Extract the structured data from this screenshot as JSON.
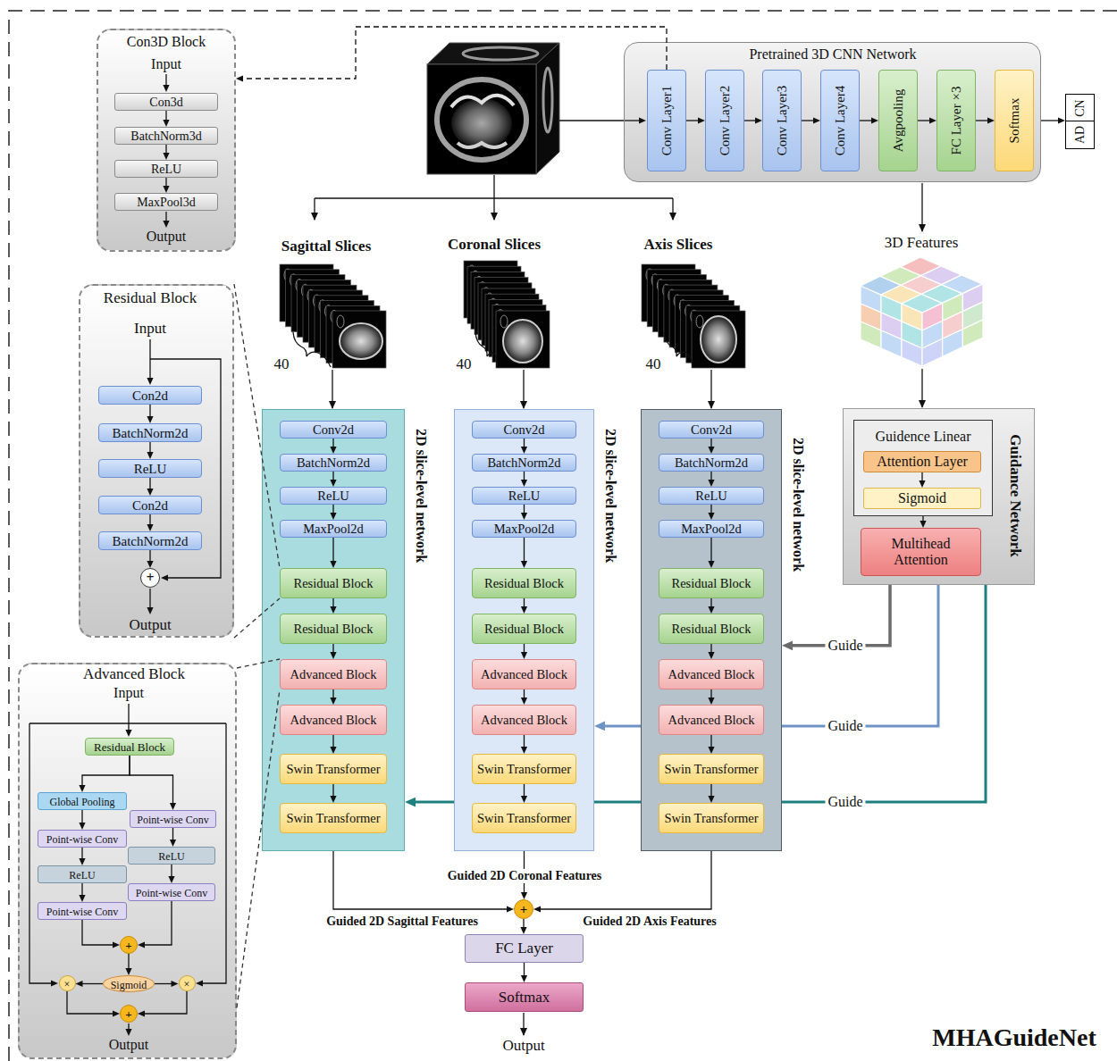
{
  "diagram": {
    "title": "MHAGuideNet",
    "nodes": [
      {
        "text": [
          "Con3D Block",
          "Input",
          "Output"
        ]
      },
      {
        "text": [
          "Con3d"
        ],
        "in": 0
      },
      {
        "text": [
          "BatchNorm3d"
        ],
        "in": 0
      },
      {
        "text": [
          "ReLU"
        ],
        "in": 0
      },
      {
        "text": [
          "MaxPool3d"
        ],
        "in": 0
      },
      {
        "text": [
          "Residual Block",
          "Input",
          "Output"
        ]
      },
      {
        "text": [
          "Con2d"
        ],
        "in": 5
      },
      {
        "text": [
          "BatchNorm2d"
        ],
        "in": 5
      },
      {
        "text": [
          "ReLU"
        ],
        "in": 5
      },
      {
        "text": [
          "Con2d"
        ],
        "in": 5
      },
      {
        "text": [
          "BatchNorm2d"
        ],
        "in": 5
      },
      {
        "text": [
          "+"
        ],
        "in": 5
      },
      {
        "text": [
          "Advanced Block",
          "Input",
          "Output"
        ]
      },
      {
        "text": [
          "Residual Block"
        ],
        "in": 12
      },
      {
        "text": [
          "Global Pooling"
        ],
        "in": 12
      },
      {
        "text": [
          "Point-wise Conv"
        ],
        "in": 12
      },
      {
        "text": [
          "Point-wise Conv"
        ],
        "in": 12
      },
      {
        "text": [
          "ReLU"
        ],
        "in": 12
      },
      {
        "text": [
          "ReLU"
        ],
        "in": 12
      },
      {
        "text": [
          "Point-wise Conv"
        ],
        "in": 12
      },
      {
        "text": [
          "Point-wise Conv"
        ],
        "in": 12
      },
      {
        "text": [
          "+"
        ],
        "in": 12
      },
      {
        "text": [
          "Sigmoid"
        ],
        "in": 12
      },
      {
        "text": [
          "×"
        ],
        "in": 12
      },
      {
        "text": [
          "×"
        ],
        "in": 12
      },
      {
        "text": [
          "+"
        ],
        "in": 12
      },
      {
        "text": [
          "Pretrained 3D CNN Network"
        ]
      },
      {
        "text": [
          "Conv Layer1"
        ],
        "in": 26
      },
      {
        "text": [
          "Conv Layer2"
        ],
        "in": 26
      },
      {
        "text": [
          "Conv Layer3"
        ],
        "in": 26
      },
      {
        "text": [
          "Conv Layer4"
        ],
        "in": 26
      },
      {
        "text": [
          "Avgpooling"
        ],
        "in": 26
      },
      {
        "text": [
          "FC Layer ×3"
        ],
        "in": 26
      },
      {
        "text": [
          "Softmax"
        ],
        "in": 26
      },
      {
        "text": [
          "AD",
          "CN"
        ]
      },
      {
        "text": [
          "2D slice-level network"
        ]
      },
      {
        "text": [
          "Conv2d"
        ],
        "in": 35
      },
      {
        "text": [
          "BatchNorm2d"
        ],
        "in": 35
      },
      {
        "text": [
          "ReLU"
        ],
        "in": 35
      },
      {
        "text": [
          "MaxPool2d"
        ],
        "in": 35
      },
      {
        "text": [
          "Residual Block"
        ],
        "in": 35
      },
      {
        "text": [
          "Residual Block"
        ],
        "in": 35
      },
      {
        "text": [
          "Advanced Block"
        ],
        "in": 35
      },
      {
        "text": [
          "Advanced Block"
        ],
        "in": 35
      },
      {
        "text": [
          "Swin Transformer"
        ],
        "in": 35
      },
      {
        "text": [
          "Swin Transformer"
        ],
        "in": 35
      },
      {
        "text": [
          "2D slice-level network"
        ]
      },
      {
        "text": [
          "Conv2d"
        ],
        "in": 46
      },
      {
        "text": [
          "BatchNorm2d"
        ],
        "in": 46
      },
      {
        "text": [
          "ReLU"
        ],
        "in": 46
      },
      {
        "text": [
          "MaxPool2d"
        ],
        "in": 46
      },
      {
        "text": [
          "Residual Block"
        ],
        "in": 46
      },
      {
        "text": [
          "Residual Block"
        ],
        "in": 46
      },
      {
        "text": [
          "Advanced Block"
        ],
        "in": 46
      },
      {
        "text": [
          "Advanced Block"
        ],
        "in": 46
      },
      {
        "text": [
          "Swin Transformer"
        ],
        "in": 46
      },
      {
        "text": [
          "Swin Transformer"
        ],
        "in": 46
      },
      {
        "text": [
          "2D slice-level network"
        ]
      },
      {
        "text": [
          "Conv2d"
        ],
        "in": 57
      },
      {
        "text": [
          "BatchNorm2d"
        ],
        "in": 57
      },
      {
        "text": [
          "ReLU"
        ],
        "in": 57
      },
      {
        "text": [
          "MaxPool2d"
        ],
        "in": 57
      },
      {
        "text": [
          "Residual Block"
        ],
        "in": 57
      },
      {
        "text": [
          "Residual Block"
        ],
        "in": 57
      },
      {
        "text": [
          "Advanced Block"
        ],
        "in": 57
      },
      {
        "text": [
          "Advanced Block"
        ],
        "in": 57
      },
      {
        "text": [
          "Swin Transformer"
        ],
        "in": 57
      },
      {
        "text": [
          "Swin Transformer"
        ],
        "in": 57
      },
      {
        "text": [
          "Guidance Network"
        ]
      },
      {
        "text": [
          "Guidence Linear"
        ],
        "in": 68
      },
      {
        "text": [
          "Attention Layer"
        ],
        "in": 69
      },
      {
        "text": [
          "Sigmoid"
        ],
        "in": 69
      },
      {
        "text": [
          "Multihead Attention"
        ],
        "in": 68
      },
      {
        "text": [
          "+"
        ]
      },
      {
        "text": [
          "FC Layer"
        ]
      },
      {
        "text": [
          "Softmax"
        ]
      }
    ],
    "edges": [
      {
        "from": 1,
        "to": 2,
        "arrow": "to"
      },
      {
        "from": 2,
        "to": 3,
        "arrow": "to"
      },
      {
        "from": 3,
        "to": 4,
        "arrow": "to"
      },
      {
        "from": 6,
        "to": 7,
        "arrow": "to"
      },
      {
        "from": 7,
        "to": 8,
        "arrow": "to"
      },
      {
        "from": 8,
        "to": 9,
        "arrow": "to"
      },
      {
        "from": 9,
        "to": 10,
        "arrow": "to"
      },
      {
        "from": 10,
        "to": 11,
        "arrow": "to"
      },
      {
        "from": 13,
        "to": 14,
        "arrow": "to"
      },
      {
        "from": 13,
        "to": 15,
        "arrow": "to"
      },
      {
        "from": 14,
        "to": 16,
        "arrow": "to"
      },
      {
        "from": 16,
        "to": 18,
        "arrow": "to"
      },
      {
        "from": 18,
        "to": 20,
        "arrow": "to"
      },
      {
        "from": 15,
        "to": 17,
        "arrow": "to"
      },
      {
        "from": 17,
        "to": 19,
        "arrow": "to"
      },
      {
        "from": 20,
        "to": 21,
        "arrow": "to"
      },
      {
        "from": 19,
        "to": 21,
        "arrow": "to"
      },
      {
        "from": 21,
        "to": 22,
        "arrow": "to"
      },
      {
        "from": 22,
        "to": 23,
        "arrow": "to"
      },
      {
        "from": 22,
        "to": 24,
        "arrow": "to"
      },
      {
        "from": 23,
        "to": 25,
        "arrow": "to"
      },
      {
        "from": 24,
        "to": 25,
        "arrow": "to"
      },
      {
        "from": 27,
        "to": 28,
        "arrow": "to"
      },
      {
        "from": 28,
        "to": 29,
        "arrow": "to"
      },
      {
        "from": 29,
        "to": 30,
        "arrow": "to"
      },
      {
        "from": 30,
        "to": 31,
        "arrow": "to"
      },
      {
        "from": 31,
        "to": 32,
        "arrow": "to"
      },
      {
        "from": 32,
        "to": 33,
        "arrow": "to"
      },
      {
        "from": 33,
        "to": 34,
        "arrow": "to"
      },
      {
        "from": 27,
        "to": 0,
        "arrow": "to"
      },
      {
        "from": 36,
        "to": 37,
        "arrow": "to"
      },
      {
        "from": 37,
        "to": 38,
        "arrow": "to"
      },
      {
        "from": 38,
        "to": 39,
        "arrow": "to"
      },
      {
        "from": 39,
        "to": 40,
        "arrow": "to"
      },
      {
        "from": 40,
        "to": 41,
        "arrow": "to"
      },
      {
        "from": 41,
        "to": 42,
        "arrow": "to"
      },
      {
        "from": 42,
        "to": 43,
        "arrow": "to"
      },
      {
        "from": 43,
        "to": 44,
        "arrow": "to"
      },
      {
        "from": 44,
        "to": 45,
        "arrow": "to"
      },
      {
        "from": 47,
        "to": 48,
        "arrow": "to"
      },
      {
        "from": 48,
        "to": 49,
        "arrow": "to"
      },
      {
        "from": 49,
        "to": 50,
        "arrow": "to"
      },
      {
        "from": 50,
        "to": 51,
        "arrow": "to"
      },
      {
        "from": 51,
        "to": 52,
        "arrow": "to"
      },
      {
        "from": 52,
        "to": 53,
        "arrow": "to"
      },
      {
        "from": 53,
        "to": 54,
        "arrow": "to"
      },
      {
        "from": 54,
        "to": 55,
        "arrow": "to"
      },
      {
        "from": 55,
        "to": 56,
        "arrow": "to"
      },
      {
        "from": 58,
        "to": 59,
        "arrow": "to"
      },
      {
        "from": 59,
        "to": 60,
        "arrow": "to"
      },
      {
        "from": 60,
        "to": 61,
        "arrow": "to"
      },
      {
        "from": 61,
        "to": 62,
        "arrow": "to"
      },
      {
        "from": 62,
        "to": 63,
        "arrow": "to"
      },
      {
        "from": 63,
        "to": 64,
        "arrow": "to"
      },
      {
        "from": 64,
        "to": 65,
        "arrow": "to"
      },
      {
        "from": 65,
        "to": 66,
        "arrow": "to"
      },
      {
        "from": 66,
        "to": 67,
        "arrow": "to"
      },
      {
        "from": 70,
        "to": 71,
        "arrow": "to"
      },
      {
        "from": 69,
        "to": 72,
        "arrow": "to"
      },
      {
        "from": 68,
        "to": 57,
        "label": "Guide",
        "arrow": "to"
      },
      {
        "from": 68,
        "to": 46,
        "label": "Guide",
        "arrow": "to"
      },
      {
        "from": 68,
        "to": 35,
        "label": "Guide",
        "arrow": "to"
      },
      {
        "from": 35,
        "to": 73,
        "label": "Guided 2D Sagittal Features",
        "arrow": "to"
      },
      {
        "from": 46,
        "to": 73,
        "label": "Guided 2D Coronal Features",
        "arrow": "to"
      },
      {
        "from": 57,
        "to": 73,
        "label": "Guided 2D Axis Features",
        "arrow": "to"
      },
      {
        "from": 73,
        "to": 74,
        "arrow": "to"
      },
      {
        "from": 74,
        "to": 75,
        "arrow": "to"
      },
      {
        "from": 5,
        "to": 40,
        "arrow": "none"
      },
      {
        "from": 5,
        "to": 40,
        "arrow": "none"
      },
      {
        "from": 12,
        "to": 42,
        "arrow": "none"
      },
      {
        "from": 12,
        "to": 42,
        "arrow": "none"
      }
    ],
    "labels": [
      "Sagittal Slices",
      "Coronal Slices",
      "Axis Slices",
      "40",
      "40",
      "40",
      "3D Features",
      "Output"
    ]
  }
}
